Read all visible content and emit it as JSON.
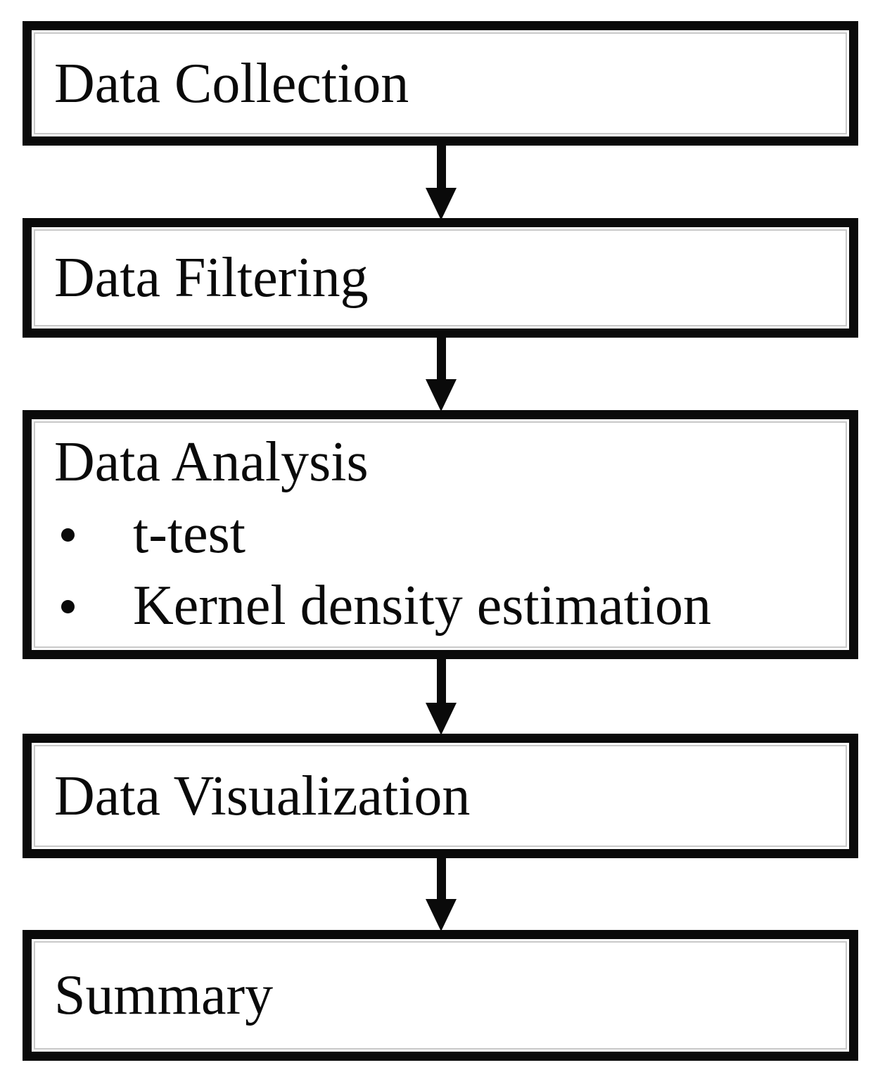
{
  "diagram": {
    "type": "flowchart",
    "direction": "top-down",
    "colors": {
      "stroke": "#0a0a0a",
      "box_fill": "#ffffff",
      "text": "#0a0a0a",
      "background": "#ffffff"
    },
    "steps": [
      {
        "label": "Data Collection"
      },
      {
        "label": "Data Filtering"
      },
      {
        "label": "Data Analysis",
        "bullets": [
          "t-test",
          "Kernel density estimation"
        ]
      },
      {
        "label": "Data Visualization"
      },
      {
        "label": "Summary"
      }
    ],
    "connectors": [
      {
        "from": "Data Collection",
        "to": "Data Filtering",
        "style": "arrow-down"
      },
      {
        "from": "Data Filtering",
        "to": "Data Analysis",
        "style": "arrow-down"
      },
      {
        "from": "Data Analysis",
        "to": "Data Visualization",
        "style": "arrow-down"
      },
      {
        "from": "Data Visualization",
        "to": "Summary",
        "style": "arrow-down"
      }
    ]
  }
}
